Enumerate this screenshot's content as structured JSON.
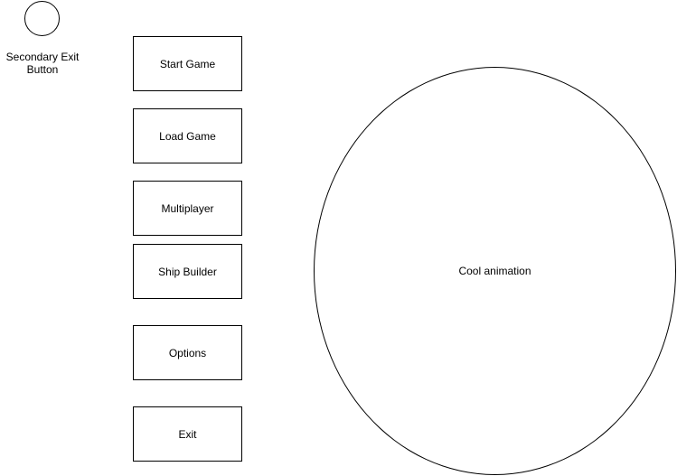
{
  "secondary_exit": {
    "label": "Secondary Exit Button"
  },
  "menu": {
    "start_game": "Start Game",
    "load_game": "Load Game",
    "multiplayer": "Multiplayer",
    "ship_builder": "Ship Builder",
    "options": "Options",
    "exit": "Exit"
  },
  "animation": {
    "label": "Cool animation"
  }
}
